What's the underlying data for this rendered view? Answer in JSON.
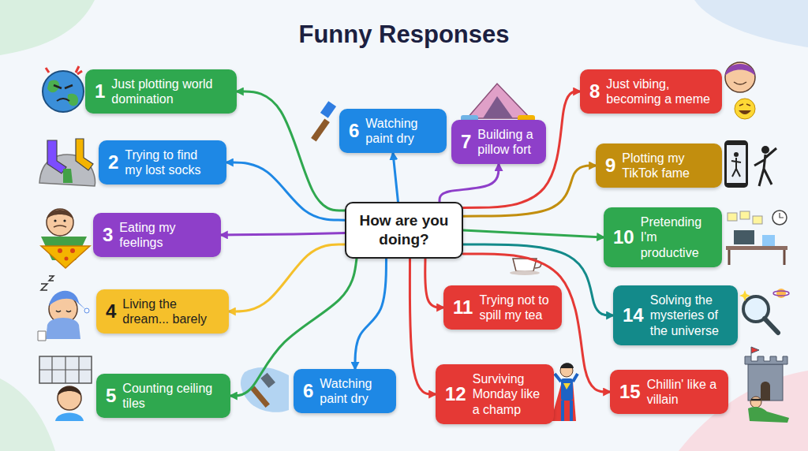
{
  "diagram": {
    "title": "Funny Responses",
    "nodes": [
      {
        "text": [
          "How are you doing?"
        ]
      },
      {
        "text": [
          "1",
          "Just plotting world domination"
        ]
      },
      {
        "text": [
          "2",
          "Trying to find my lost socks"
        ]
      },
      {
        "text": [
          "3",
          "Eating my feelings"
        ]
      },
      {
        "text": [
          "4",
          "Living the dream... barely"
        ]
      },
      {
        "text": [
          "5",
          "Counting ceiling tiles"
        ]
      },
      {
        "text": [
          "6",
          "Watching paint dry"
        ]
      },
      {
        "text": [
          "6",
          "Watching paint dry"
        ]
      },
      {
        "text": [
          "7",
          "Building a pillow fort"
        ]
      },
      {
        "text": [
          "8",
          "Just vibing, becoming a meme"
        ]
      },
      {
        "text": [
          "9",
          "Plotting my TikTok fame"
        ]
      },
      {
        "text": [
          "10",
          "Pretending I'm productive"
        ]
      },
      {
        "text": [
          "11",
          "Trying not to spill my tea"
        ]
      },
      {
        "text": [
          "12",
          "Surviving Monday like a champ"
        ]
      },
      {
        "text": [
          "14",
          "Solving the mysteries of the universe"
        ]
      },
      {
        "text": [
          "15",
          "Chillin' like a villain"
        ]
      }
    ],
    "edges": [
      {
        "from": 0,
        "to": 1,
        "arrow": "to"
      },
      {
        "from": 0,
        "to": 2,
        "arrow": "to"
      },
      {
        "from": 0,
        "to": 3,
        "arrow": "to"
      },
      {
        "from": 0,
        "to": 4,
        "arrow": "to"
      },
      {
        "from": 0,
        "to": 5,
        "arrow": "to"
      },
      {
        "from": 0,
        "to": 6,
        "arrow": "to"
      },
      {
        "from": 0,
        "to": 7,
        "arrow": "to"
      },
      {
        "from": 0,
        "to": 8,
        "arrow": "to"
      },
      {
        "from": 0,
        "to": 9,
        "arrow": "to"
      },
      {
        "from": 0,
        "to": 10,
        "arrow": "to"
      },
      {
        "from": 0,
        "to": 11,
        "arrow": "to"
      },
      {
        "from": 0,
        "to": 12,
        "arrow": "to"
      },
      {
        "from": 0,
        "to": 13,
        "arrow": "to"
      },
      {
        "from": 0,
        "to": 14,
        "arrow": "to"
      },
      {
        "from": 0,
        "to": 15,
        "arrow": "to"
      }
    ]
  }
}
